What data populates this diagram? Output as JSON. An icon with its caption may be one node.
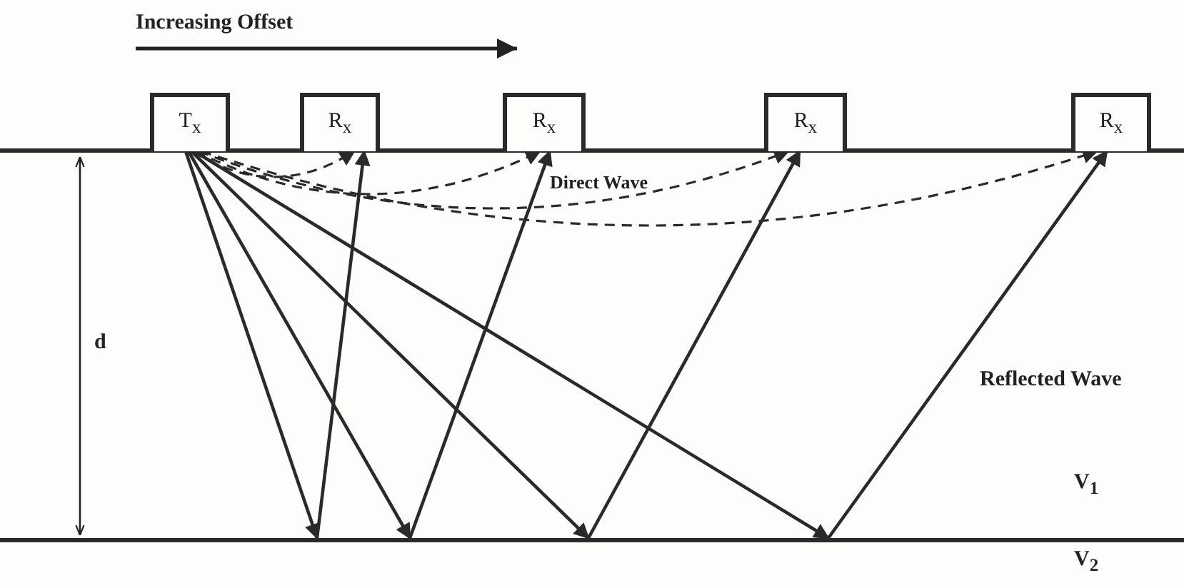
{
  "diagram": {
    "nodes": [
      {
        "text": [
          "T$_{x}$"
        ]
      },
      {
        "text": [
          "R$_{x}$"
        ]
      },
      {
        "text": [
          "R$_{x}$"
        ]
      },
      {
        "text": [
          "R$_{x}$"
        ]
      },
      {
        "text": [
          "R$_{x}$"
        ]
      },
      {
        "text": [],
        "shape": "bar"
      }
    ],
    "edges": [
      {
        "from": 0,
        "to": 1,
        "arrow": "to",
        "style": "dashed"
      },
      {
        "from": 0,
        "to": 2,
        "arrow": "to",
        "style": "dashed"
      },
      {
        "from": 0,
        "to": 3,
        "arrow": "to",
        "style": "dashed"
      },
      {
        "from": 0,
        "to": 4,
        "arrow": "to",
        "style": "dashed"
      },
      {
        "from": 0,
        "to": 5,
        "arrow": "to"
      },
      {
        "from": 0,
        "to": 5,
        "arrow": "to"
      },
      {
        "from": 0,
        "to": 5,
        "arrow": "to"
      },
      {
        "from": 0,
        "to": 5,
        "arrow": "to"
      },
      {
        "from": 5,
        "to": 1,
        "arrow": "to"
      },
      {
        "from": 5,
        "to": 2,
        "arrow": "to"
      },
      {
        "from": 5,
        "to": 3,
        "arrow": "to"
      },
      {
        "from": 5,
        "to": 4,
        "arrow": "to"
      }
    ],
    "labels": [
      "Increasing Offset",
      "Direct Wave",
      "d",
      "Reflected Wave",
      "V$_{1}$",
      "V$_{2}$"
    ]
  }
}
